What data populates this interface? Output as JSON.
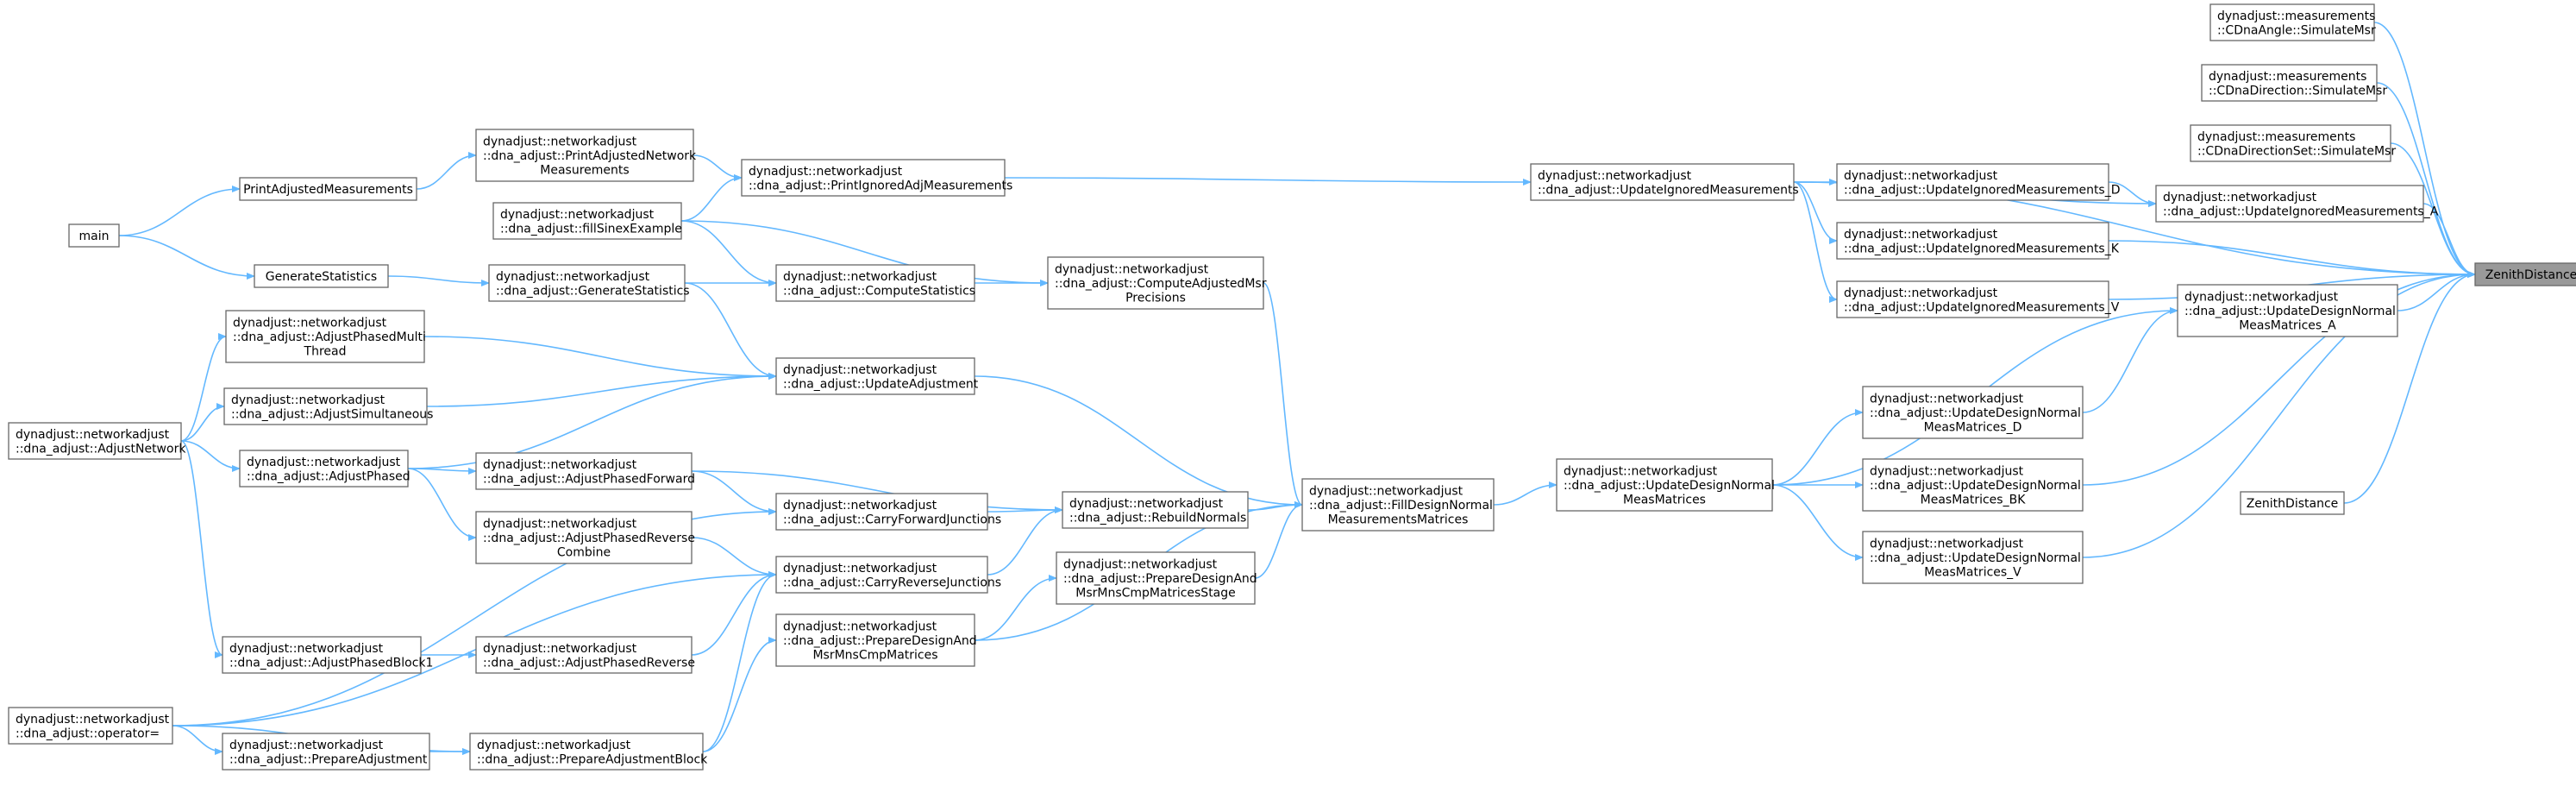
{
  "graph": {
    "root": "zenith",
    "nodes": [
      {
        "id": "zenith",
        "lines": [
          "ZenithDistance"
        ],
        "root": true
      },
      {
        "id": "cdna_angle",
        "lines": [
          "dynadjust::measurements",
          "::CDnaAngle::SimulateMsr"
        ]
      },
      {
        "id": "cdna_direction",
        "lines": [
          "dynadjust::measurements",
          "::CDnaDirection::SimulateMsr"
        ]
      },
      {
        "id": "cdna_directionset",
        "lines": [
          "dynadjust::measurements",
          "::CDnaDirectionSet::SimulateMsr"
        ]
      },
      {
        "id": "uim_A",
        "lines": [
          "dynadjust::networkadjust",
          "::dna_adjust::UpdateIgnoredMeasurements_A"
        ]
      },
      {
        "id": "uim_D",
        "lines": [
          "dynadjust::networkadjust",
          "::dna_adjust::UpdateIgnoredMeasurements_D"
        ]
      },
      {
        "id": "uim_K",
        "lines": [
          "dynadjust::networkadjust",
          "::dna_adjust::UpdateIgnoredMeasurements_K"
        ]
      },
      {
        "id": "uim_V",
        "lines": [
          "dynadjust::networkadjust",
          "::dna_adjust::UpdateIgnoredMeasurements_V"
        ]
      },
      {
        "id": "uim",
        "lines": [
          "dynadjust::networkadjust",
          "::dna_adjust::UpdateIgnoredMeasurements"
        ]
      },
      {
        "id": "udnm_A",
        "lines": [
          "dynadjust::networkadjust",
          "::dna_adjust::UpdateDesignNormal",
          "MeasMatrices_A"
        ]
      },
      {
        "id": "udnm_D",
        "lines": [
          "dynadjust::networkadjust",
          "::dna_adjust::UpdateDesignNormal",
          "MeasMatrices_D"
        ]
      },
      {
        "id": "udnm_BK",
        "lines": [
          "dynadjust::networkadjust",
          "::dna_adjust::UpdateDesignNormal",
          "MeasMatrices_BK"
        ]
      },
      {
        "id": "udnm_V",
        "lines": [
          "dynadjust::networkadjust",
          "::dna_adjust::UpdateDesignNormal",
          "MeasMatrices_V"
        ]
      },
      {
        "id": "zenith2",
        "lines": [
          "ZenithDistance"
        ]
      },
      {
        "id": "udnm",
        "lines": [
          "dynadjust::networkadjust",
          "::dna_adjust::UpdateDesignNormal",
          "MeasMatrices"
        ]
      },
      {
        "id": "fdnm",
        "lines": [
          "dynadjust::networkadjust",
          "::dna_adjust::FillDesignNormal",
          "MeasurementsMatrices"
        ]
      },
      {
        "id": "pian",
        "lines": [
          "dynadjust::networkadjust",
          "::dna_adjust::PrintIgnoredAdjMeasurements"
        ]
      },
      {
        "id": "caMsr",
        "lines": [
          "dynadjust::networkadjust",
          "::dna_adjust::ComputeAdjustedMsr",
          "Precisions"
        ]
      },
      {
        "id": "pam",
        "lines": [
          "dynadjust::networkadjust",
          "::dna_adjust::PrintAdjustedNetwork",
          "Measurements"
        ]
      },
      {
        "id": "fse",
        "lines": [
          "dynadjust::networkadjust",
          "::dna_adjust::fillSinexExample"
        ]
      },
      {
        "id": "cstat",
        "lines": [
          "dynadjust::networkadjust",
          "::dna_adjust::ComputeStatistics"
        ]
      },
      {
        "id": "gstat",
        "lines": [
          "dynadjust::networkadjust",
          "::dna_adjust::GenerateStatistics"
        ]
      },
      {
        "id": "rnorm",
        "lines": [
          "dynadjust::networkadjust",
          "::dna_adjust::RebuildNormals"
        ]
      },
      {
        "id": "uadj",
        "lines": [
          "dynadjust::networkadjust",
          "::dna_adjust::UpdateAdjustment"
        ]
      },
      {
        "id": "pdmstage",
        "lines": [
          "dynadjust::networkadjust",
          "::dna_adjust::PrepareDesignAnd",
          "MsrMnsCmpMatricesStage"
        ]
      },
      {
        "id": "pdm",
        "lines": [
          "dynadjust::networkadjust",
          "::dna_adjust::PrepareDesignAnd",
          "MsrMnsCmpMatrices"
        ]
      },
      {
        "id": "cfj",
        "lines": [
          "dynadjust::networkadjust",
          "::dna_adjust::CarryForwardJunctions"
        ]
      },
      {
        "id": "crj",
        "lines": [
          "dynadjust::networkadjust",
          "::dna_adjust::CarryReverseJunctions"
        ]
      },
      {
        "id": "apf",
        "lines": [
          "dynadjust::networkadjust",
          "::dna_adjust::AdjustPhasedForward"
        ]
      },
      {
        "id": "aprc",
        "lines": [
          "dynadjust::networkadjust",
          "::dna_adjust::AdjustPhasedReverse",
          "Combine"
        ]
      },
      {
        "id": "apr",
        "lines": [
          "dynadjust::networkadjust",
          "::dna_adjust::AdjustPhasedReverse"
        ]
      },
      {
        "id": "padjb",
        "lines": [
          "dynadjust::networkadjust",
          "::dna_adjust::PrepareAdjustmentBlock"
        ]
      },
      {
        "id": "pam_top",
        "lines": [
          "PrintAdjustedMeasurements"
        ]
      },
      {
        "id": "gs_top",
        "lines": [
          "GenerateStatistics"
        ]
      },
      {
        "id": "apmt",
        "lines": [
          "dynadjust::networkadjust",
          "::dna_adjust::AdjustPhasedMulti",
          "Thread"
        ]
      },
      {
        "id": "asim",
        "lines": [
          "dynadjust::networkadjust",
          "::dna_adjust::AdjustSimultaneous"
        ]
      },
      {
        "id": "aphased",
        "lines": [
          "dynadjust::networkadjust",
          "::dna_adjust::AdjustPhased"
        ]
      },
      {
        "id": "apb1",
        "lines": [
          "dynadjust::networkadjust",
          "::dna_adjust::AdjustPhasedBlock1"
        ]
      },
      {
        "id": "padj",
        "lines": [
          "dynadjust::networkadjust",
          "::dna_adjust::PrepareAdjustment"
        ]
      },
      {
        "id": "main",
        "lines": [
          "main"
        ]
      },
      {
        "id": "anet",
        "lines": [
          "dynadjust::networkadjust",
          "::dna_adjust::AdjustNetwork"
        ]
      },
      {
        "id": "opeq",
        "lines": [
          "dynadjust::networkadjust",
          "::dna_adjust::operator="
        ]
      }
    ],
    "edges": [
      [
        "cdna_angle",
        "zenith"
      ],
      [
        "cdna_direction",
        "zenith"
      ],
      [
        "cdna_directionset",
        "zenith"
      ],
      [
        "uim_A",
        "zenith"
      ],
      [
        "uim_K",
        "zenith"
      ],
      [
        "uim_V",
        "zenith"
      ],
      [
        "udnm_A",
        "zenith"
      ],
      [
        "udnm_BK",
        "zenith"
      ],
      [
        "udnm_V",
        "zenith"
      ],
      [
        "zenith2",
        "zenith"
      ],
      [
        "uim",
        "zenith"
      ],
      [
        "uim_D",
        "uim_A"
      ],
      [
        "uim",
        "uim_D"
      ],
      [
        "uim",
        "uim_K"
      ],
      [
        "uim",
        "uim_V"
      ],
      [
        "uim",
        "uim_A"
      ],
      [
        "udnm_D",
        "udnm_A"
      ],
      [
        "udnm",
        "udnm_A"
      ],
      [
        "udnm",
        "udnm_D"
      ],
      [
        "udnm",
        "udnm_BK"
      ],
      [
        "udnm",
        "udnm_V"
      ],
      [
        "fdnm",
        "udnm"
      ],
      [
        "pian",
        "uim"
      ],
      [
        "pam",
        "pian"
      ],
      [
        "fse",
        "pian"
      ],
      [
        "fse",
        "caMsr"
      ],
      [
        "caMsr",
        "fdnm"
      ],
      [
        "cstat",
        "caMsr"
      ],
      [
        "fse",
        "cstat"
      ],
      [
        "gstat",
        "cstat"
      ],
      [
        "uadj",
        "fdnm"
      ],
      [
        "rnorm",
        "fdnm"
      ],
      [
        "pdmstage",
        "fdnm"
      ],
      [
        "pdm",
        "fdnm"
      ],
      [
        "cfj",
        "rnorm"
      ],
      [
        "crj",
        "rnorm"
      ],
      [
        "apf",
        "rnorm"
      ],
      [
        "pdm",
        "pdmstage"
      ],
      [
        "gstat",
        "uadj"
      ],
      [
        "apmt",
        "uadj"
      ],
      [
        "asim",
        "uadj"
      ],
      [
        "aphased",
        "uadj"
      ],
      [
        "aphased",
        "apf"
      ],
      [
        "aphased",
        "aprc"
      ],
      [
        "apf",
        "cfj"
      ],
      [
        "aprc",
        "crj"
      ],
      [
        "apr",
        "crj"
      ],
      [
        "padjb",
        "pdm"
      ],
      [
        "padjb",
        "crj"
      ],
      [
        "apb1",
        "apr"
      ],
      [
        "padj",
        "padjb"
      ],
      [
        "pam_top",
        "pam"
      ],
      [
        "gs_top",
        "gstat"
      ],
      [
        "main",
        "pam_top"
      ],
      [
        "main",
        "gs_top"
      ],
      [
        "anet",
        "apmt"
      ],
      [
        "anet",
        "asim"
      ],
      [
        "anet",
        "aphased"
      ],
      [
        "anet",
        "apb1"
      ],
      [
        "opeq",
        "cfj"
      ],
      [
        "opeq",
        "crj"
      ],
      [
        "opeq",
        "padj"
      ],
      [
        "opeq",
        "padjb"
      ]
    ]
  }
}
